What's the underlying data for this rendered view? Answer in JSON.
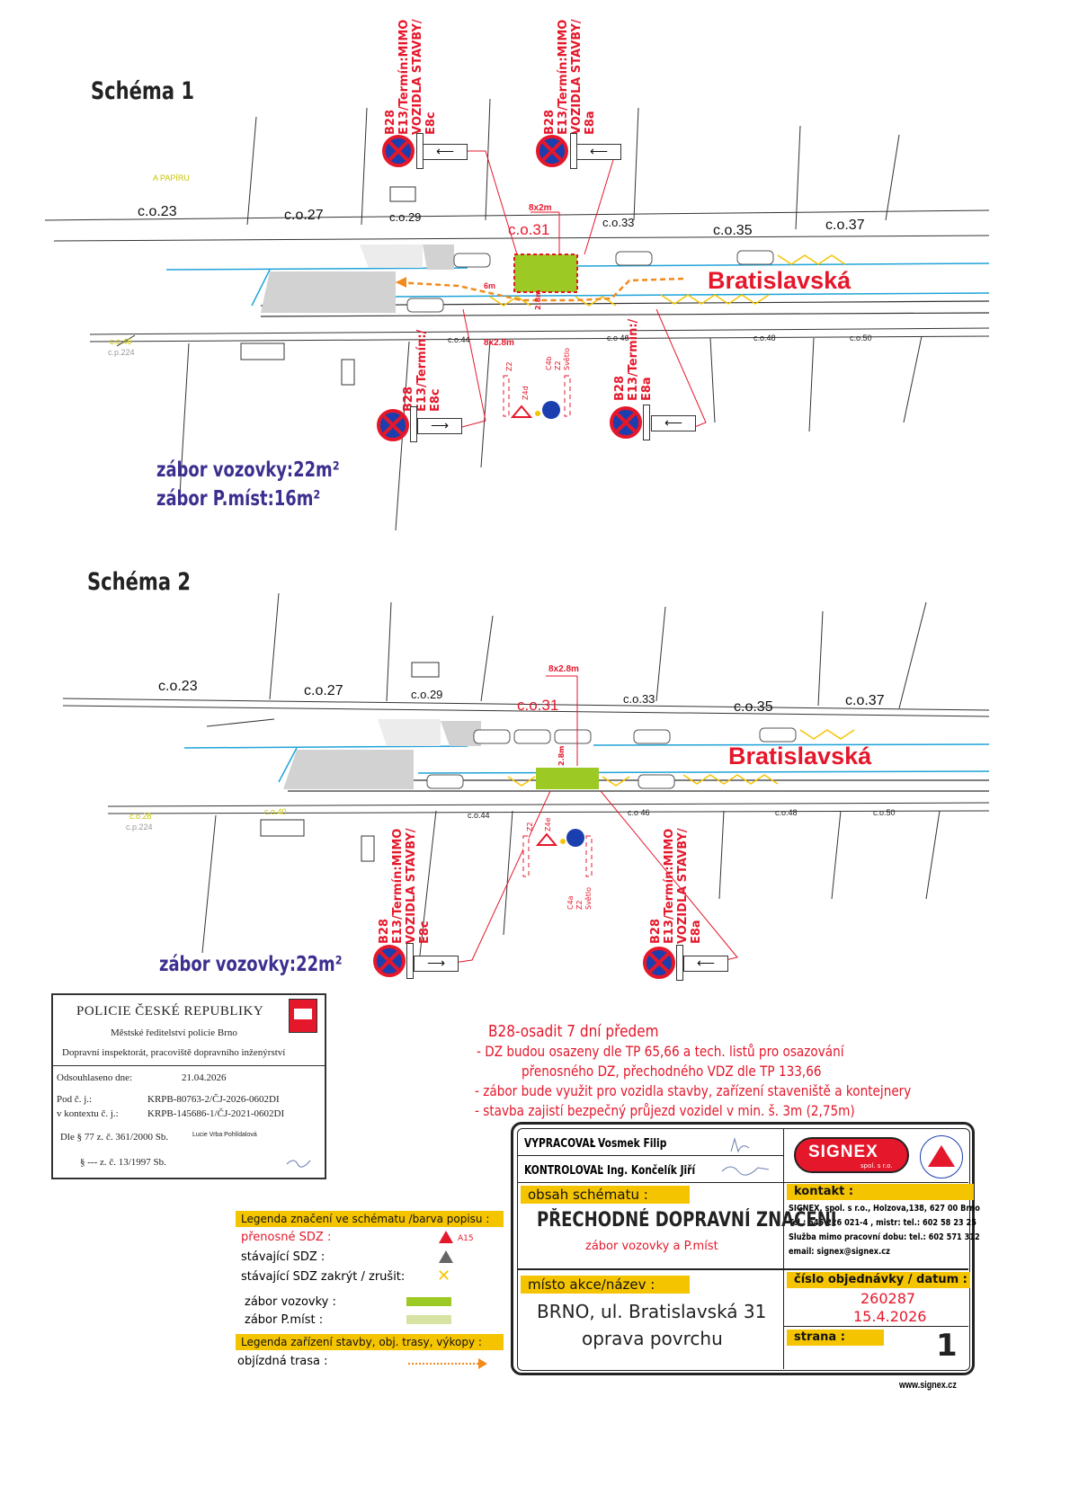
{
  "schema1": {
    "title": "Schéma 1",
    "street": "Bratislavská",
    "a_papiru": "A PAPÍRU",
    "co_top": [
      "c.o.23",
      "c.o.27",
      "c.o.29",
      "c.o.31",
      "c.o.33",
      "c.o.35",
      "c.o.37"
    ],
    "co_bottom": [
      "c.o.44",
      "c.o 46",
      "c.o.48",
      "c.o.50"
    ],
    "co_left": "c.o.46",
    "cp_left": "c.p.224",
    "dim_top": "8x2m",
    "dim_bottom": "8x2.8m",
    "dim_6m": "6m",
    "dim_28m": "2.8m",
    "sign_top_left": "B28\nE13/Termín:MIMO\nVOZIDLA STAVBY/\nE8c",
    "sign_top_right": "B28\nE13/Termín:MIMO\nVOZIDLA STAVBY/\nE8a",
    "sign_bot_left": "B28\nE13/Termín:/\nE8c",
    "sign_bot_right": "B28\nE13/Termín:/\nE8a",
    "z2_left": "Z2",
    "z4d": "Z4d",
    "c4b_stack": "C4b\nZ2\nSvětlo",
    "zabor1": "zábor vozovky:22m²",
    "zabor2": "zábor P.míst:16m²"
  },
  "schema2": {
    "title": "Schéma 2",
    "street": "Bratislavská",
    "co_top": [
      "c.o.23",
      "c.o.27",
      "c.o.29",
      "c.o.31",
      "c.o.33",
      "c.o.35",
      "c.o.37"
    ],
    "co_bottom": [
      "c.o.44",
      "c.o 46",
      "c.o.48",
      "c.o.50"
    ],
    "co_left": "c.o.28",
    "cp_left": "c.p.224",
    "co_40": "c.o.40",
    "dim_top": "8x2.8m",
    "dim_28m": "2.8m",
    "sign_bot_left": "B28\nE13/Termín:MIMO\nVOZIDLA STAVBY/\nE8c",
    "sign_bot_right": "B28\nE13/Termín:MIMO\nVOZIDLA STAVBY/\nE8a",
    "z2": "Z2",
    "z4e": "Z4e",
    "c4a_stack": "C4a\nZ2\nSvětlo",
    "zabor1": "zábor vozovky:22m²"
  },
  "notes": {
    "line1": "B28-osadit 7 dní předem",
    "line2": "- DZ budou osazeny dle TP 65,66 a tech. listů pro osazování",
    "line3": "přenosného DZ, přechodného VDZ dle TP 133,66",
    "line4": "- zábor bude využit pro vozidla stavby, zařízení staveniště a kontejnery",
    "line5": "- stavba zajistí bezpečný průjezd vozidel v min. š. 3m (2,75m)"
  },
  "police": {
    "title": "POLICIE ČESKÉ REPUBLIKY",
    "sub1": "Městské ředitelství policie Brno",
    "sub2": "Dopravní inspektorát, pracoviště dopravního inženýrství",
    "approved_label": "Odsouhlaseno dne:",
    "approved_date": "21.04.2026",
    "ref_label": "Pod č. j.:",
    "ref_value": "KRPB-80763-2/ČJ-2026-0602DI",
    "ctx_label": "v kontextu č. j.:",
    "ctx_value": "KRPB-145686-1/ČJ-2021-0602DI",
    "law1": "Dle § 77 z. č. 361/2000 Sb.",
    "signer": "Lucie Vrba Pohlídalová",
    "law2": "§ --- z. č. 13/1997 Sb."
  },
  "legend": {
    "head1": "Legenda značení ve schématu /barva popisu :",
    "prenosne": "přenosné  SDZ :",
    "a15": "A15",
    "stavajici": "stávající SDZ :",
    "zakryt": "stávající SDZ zakrýt / zrušit:",
    "zabor_vozovky": "zábor vozovky :",
    "zabor_pmist": "zábor P.míst :",
    "head2": "Legenda zařízení stavby, obj. trasy, výkopy :",
    "objizdna": "objízdná trasa :"
  },
  "titleblock": {
    "vypracoval_label": "VYPRACOVAL",
    "vypracoval": ": Vosmek Filip",
    "kontroloval_label": "KONTROLOVAL",
    "kontroloval": ": Ing. Končelík Jiří",
    "logo": "SIGNEX",
    "logo_sub": "spol. s r.o.",
    "kontakt_head": "kontakt :",
    "kontakt1": "SIGNEX, spol. s r.o., Holzova,138, 627 00 Brno",
    "kontakt2": "Tel.: 545 226 021-4 , mistr: tel.: 602 58 23 25",
    "kontakt3": "Služba mimo pracovní dobu: tel.: 602 571 312",
    "kontakt4": "email: signex@signex.cz",
    "obsah_head": "obsah schématu :",
    "obsah_title": "PŘECHODNÉ DOPRAVNÍ ZNAČENÍ",
    "obsah_sub": "zábor vozovky a  P.míst",
    "misto_head": "místo  akce/název :",
    "misto1": "BRNO, ul. Bratislavská 31",
    "misto2": "oprava povrchu",
    "cislo_head": "číslo  objednávky / datum  :",
    "cislo": "260287",
    "datum": "15.4.2026",
    "strana_head": "strana :",
    "strana": "1",
    "web": "www.signex.cz"
  },
  "colors": {
    "red": "#e5172b",
    "zabor_vozovky": "#9cc924",
    "zabor_pmist": "#d6e3a2",
    "yellow": "#f5c400",
    "blue_line": "#1fa3d8",
    "orange": "#f28a1c",
    "navy": "#3b2f8f"
  }
}
